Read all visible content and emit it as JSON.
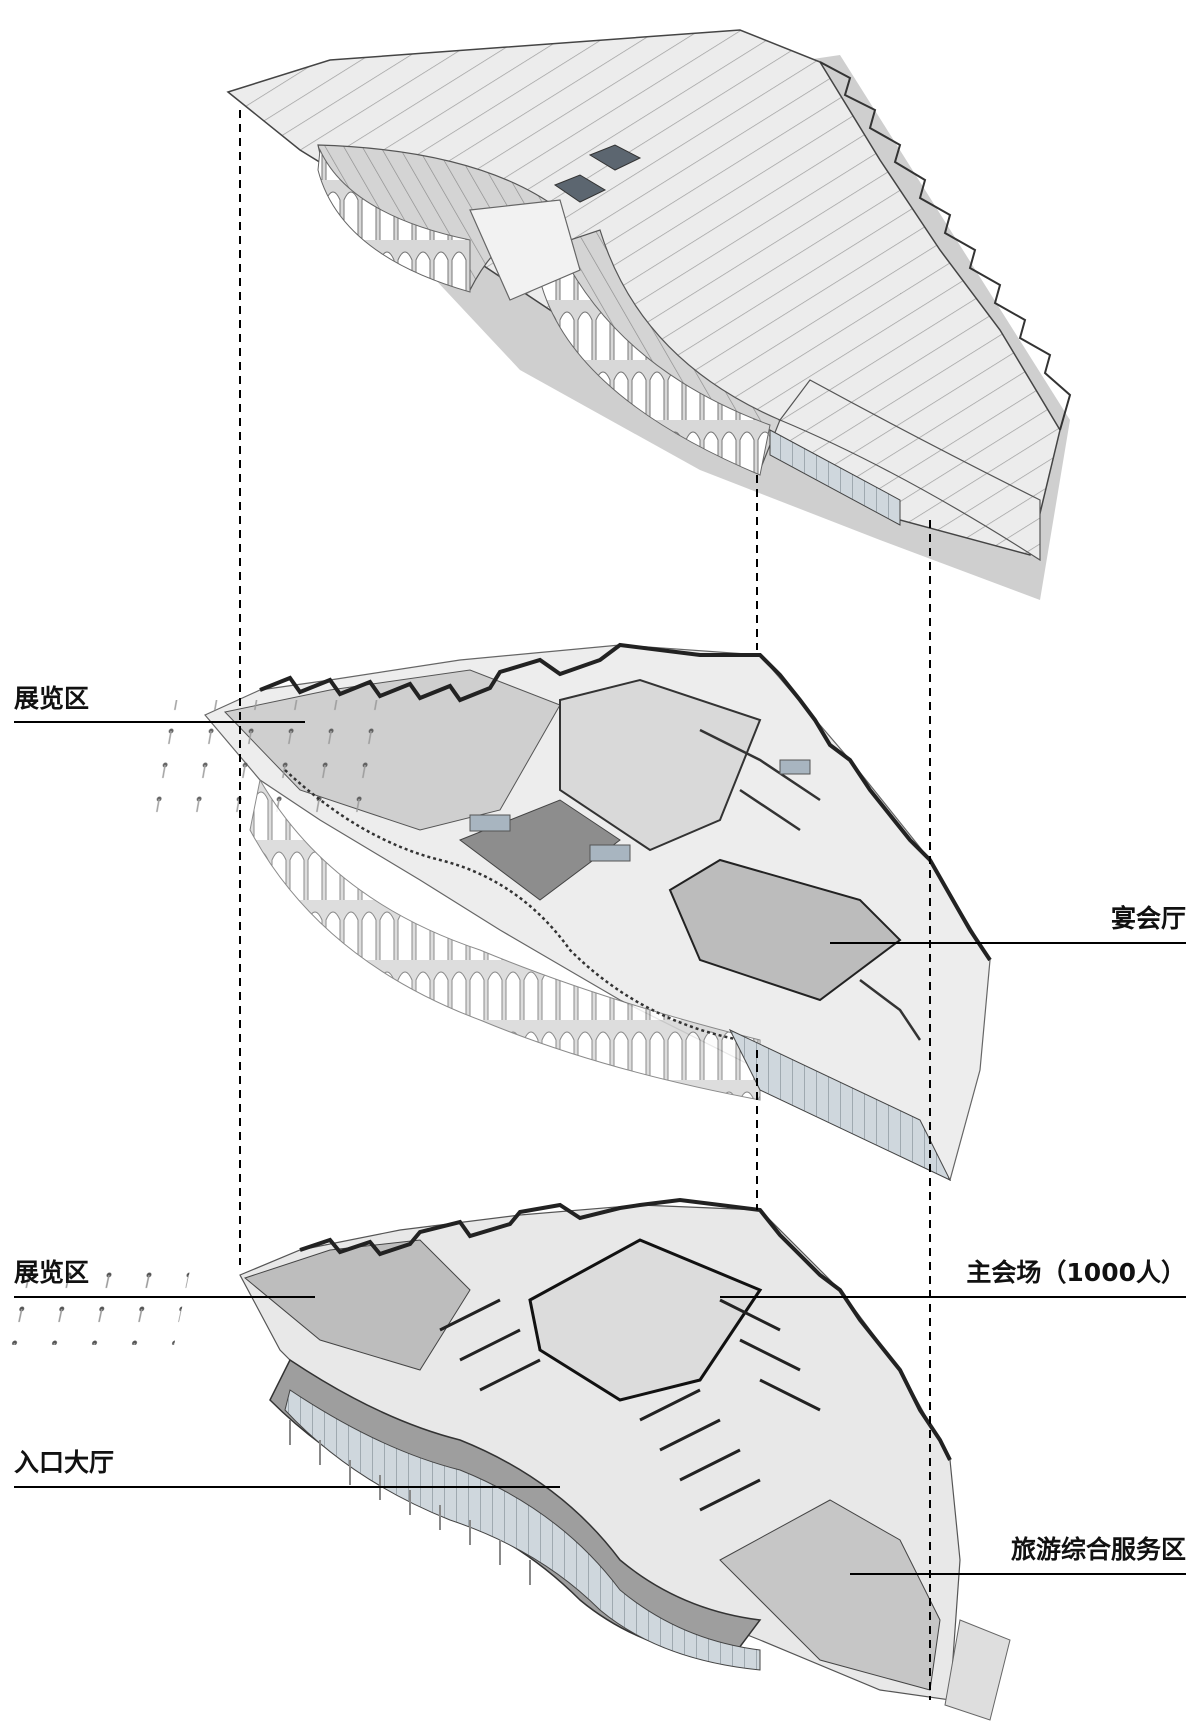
{
  "labels": {
    "exhibition_upper": "展览区",
    "banquet_hall": "宴会厅",
    "exhibition_lower": "展览区",
    "main_hall": "主会场（1000人）",
    "entrance_lobby": "入口大厅",
    "tourism_service": "旅游综合服务区"
  },
  "colors": {
    "roof_light": "#e9e9e9",
    "roof_mid": "#cfcfcf",
    "roof_dark": "#8a8a8a",
    "floor_light": "#e6e6e6",
    "floor_mid": "#bdbdbd",
    "wall_dark": "#2a2a2a",
    "glass": "#aab7c2",
    "line": "#000000"
  }
}
